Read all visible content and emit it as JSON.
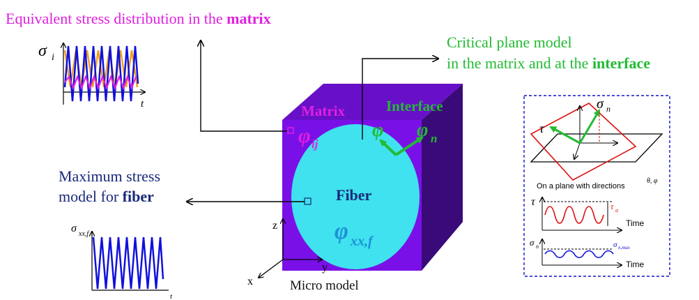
{
  "labels": {
    "equiv_prefix": "Equivalent stress distribution in the ",
    "equiv_bold": "matrix",
    "critical_line1": "Critical plane model",
    "critical_line2_prefix": "in the matrix and at the ",
    "critical_line2_bold": "interface",
    "max_line1": "Maximum stress",
    "max_line2_prefix": "model for ",
    "max_line2_bold": "fiber",
    "micro_model": "Micro model",
    "matrix": "Matrix",
    "interface": "Interface",
    "fiber": "Fiber",
    "phi_ij": "φ",
    "phi_ij_sub": "ij",
    "phi_n": "φ",
    "phi_n_sub": "n",
    "phi_interface": "φ",
    "phi_xxf": "φ",
    "phi_xxf_sub": "xx,f",
    "axis_z": "z",
    "axis_y": "y",
    "axis_x": "x"
  },
  "plot_sigma_i": {
    "ylabel": "σ",
    "ylabel_sub": "i",
    "xlabel": "t"
  },
  "plot_sigma_xxf": {
    "ylabel": "σ",
    "ylabel_sub": "xx,f",
    "xlabel": "t"
  },
  "critical_plane_inset": {
    "sigma_n": "σ",
    "sigma_n_sub": "n",
    "tau": "τ",
    "plane_caption": "On a plane with directions",
    "angles": "θ, φ",
    "tau_axis": "τ",
    "tau_a": "τ",
    "tau_a_sub": "a",
    "time1": "Time",
    "sigma_axis": "σ",
    "sigma_axis_sub": "n",
    "sigma_max": "σ",
    "sigma_max_sub": "n,max",
    "time2": "Time"
  },
  "colors": {
    "matrix_face": "#7a10e8",
    "matrix_top": "#6810c8",
    "matrix_side": "#3a0a78",
    "fiber": "#3fe2ee",
    "magenta": "#e020e0",
    "green": "#22bb33",
    "blue": "#1010dd",
    "orange": "#f0a020",
    "red": "#dd1111"
  }
}
